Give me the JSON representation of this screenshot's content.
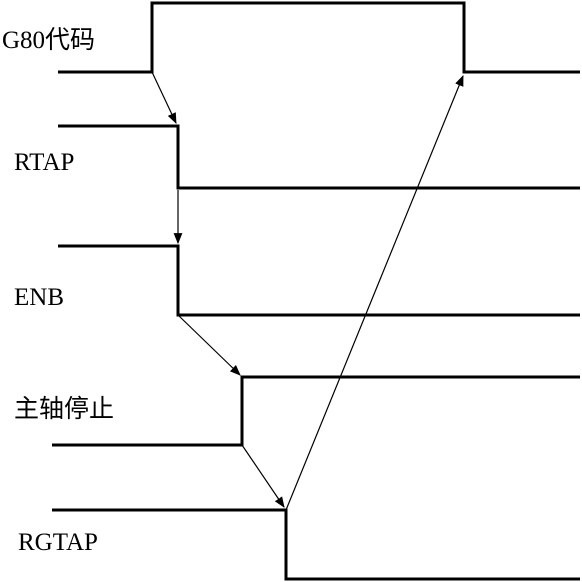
{
  "diagram": {
    "signals": [
      {
        "id": "g80",
        "label": "G80代码"
      },
      {
        "id": "rtap",
        "label": "RTAP"
      },
      {
        "id": "enb",
        "label": "ENB"
      },
      {
        "id": "stop",
        "label": "主轴停止"
      },
      {
        "id": "rgtap",
        "label": "RGTAP"
      }
    ],
    "arrows": [
      {
        "from": "g80",
        "to": "rtap"
      },
      {
        "from": "rtap",
        "to": "enb"
      },
      {
        "from": "enb",
        "to": "stop"
      },
      {
        "from": "stop",
        "to": "rgtap"
      },
      {
        "from": "rgtap",
        "to": "g80"
      }
    ]
  }
}
